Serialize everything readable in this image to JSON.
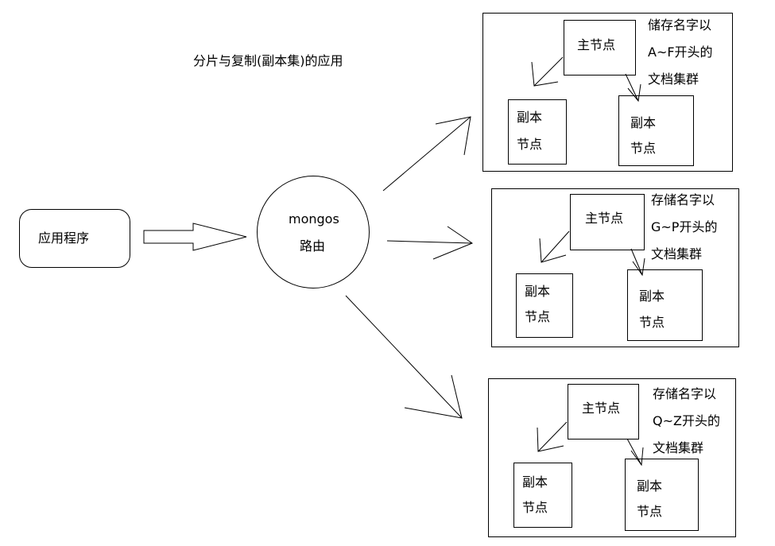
{
  "title": "分片与复制(副本集)的应用",
  "app_node": {
    "label": "应用程序"
  },
  "router": {
    "line1": "mongos",
    "line2": "路由"
  },
  "clusters": [
    {
      "primary": "主节点",
      "replica_left": [
        "副本",
        "节点"
      ],
      "replica_right": [
        "副本",
        "节点"
      ],
      "desc": [
        "储存名字以",
        "A~F开头的",
        "文档集群"
      ]
    },
    {
      "primary": "主节点",
      "replica_left": [
        "副本",
        "节点"
      ],
      "replica_right": [
        "副本",
        "节点"
      ],
      "desc": [
        "存储名字以",
        "G~P开头的",
        "文档集群"
      ]
    },
    {
      "primary": "主节点",
      "replica_left": [
        "副本",
        "节点"
      ],
      "replica_right": [
        "副本",
        "节点"
      ],
      "desc": [
        "存储名字以",
        "Q~Z开头的",
        "文档集群"
      ]
    }
  ]
}
